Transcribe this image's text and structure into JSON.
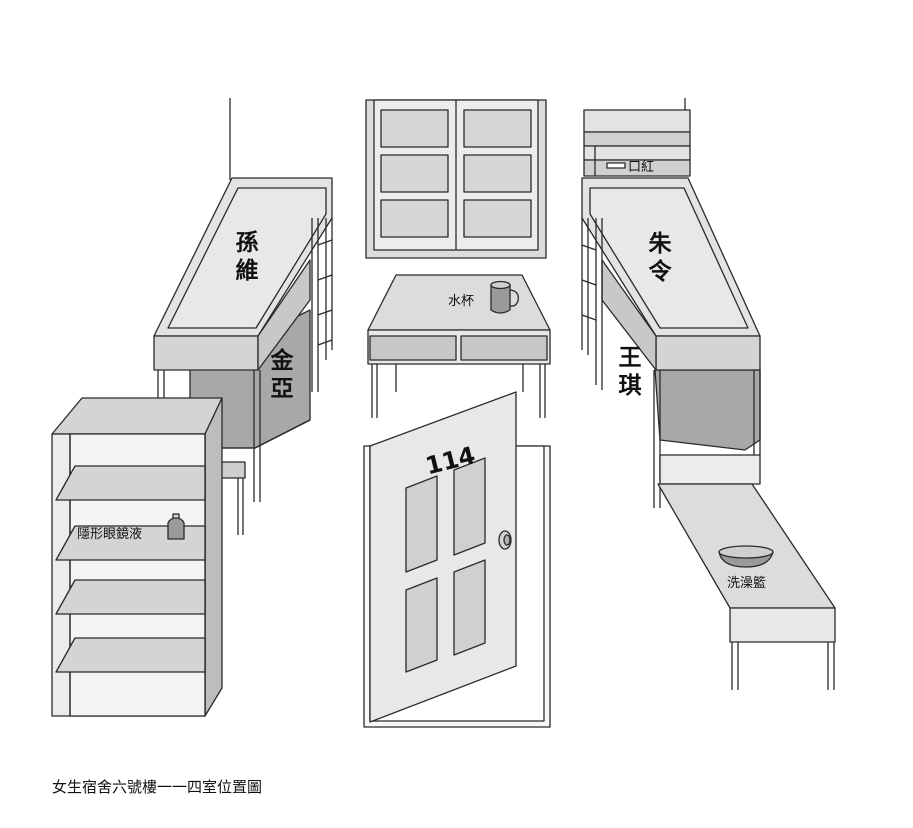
{
  "caption": "女生宿舍六號樓一一四室位置圖",
  "door_number": "114",
  "people": {
    "left_top": "孫維",
    "left_bottom": "金亞",
    "right_top": "朱令",
    "right_bottom": "王琪"
  },
  "items": {
    "cup": "水杯",
    "lipstick": "口紅",
    "contact_solution": "隱形眼鏡液",
    "wash_basin": "洗澡籃"
  },
  "colors": {
    "stroke": "#2a2a2a",
    "light_fill": "#e3e3e3",
    "mid_fill": "#c9c9c9",
    "dark_fill": "#a6a6a6"
  }
}
